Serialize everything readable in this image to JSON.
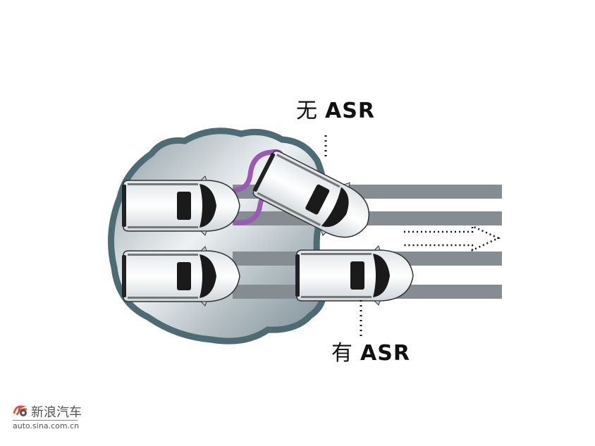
{
  "labels": {
    "without_asr": {
      "prefix": "无",
      "text": "ASR"
    },
    "with_asr": {
      "prefix": "有",
      "text": "ASR"
    }
  },
  "watermark": {
    "brand": "新浪汽车",
    "url": "auto.sina.com.cn"
  },
  "colors": {
    "puddle_edge": "#4d6b72",
    "road_stripe": "#858d93",
    "skid_trail": "#9b59b6",
    "car_body": "#f4f6f8",
    "glass": "#1a1a1a"
  }
}
